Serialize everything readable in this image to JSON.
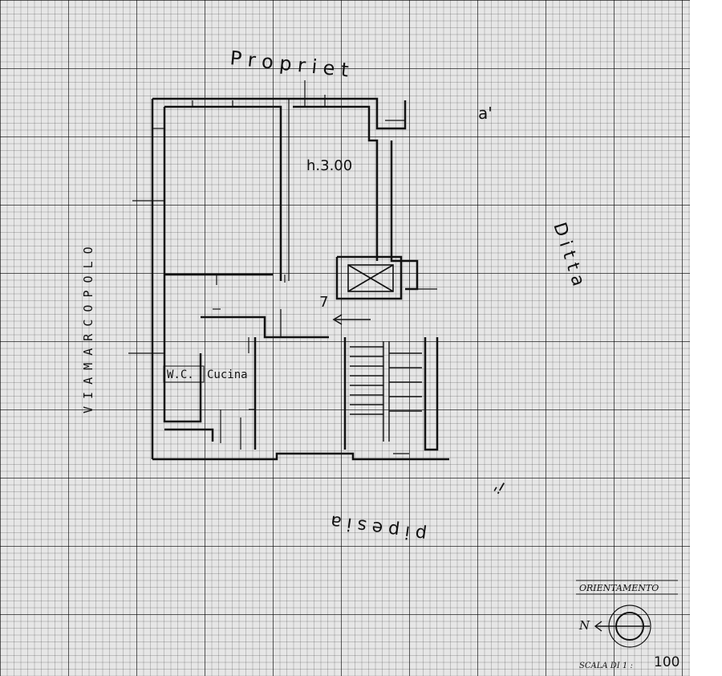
{
  "labels": {
    "top_property": "P r o p r i e t",
    "top_property_tail": "a'",
    "height_note": "h.3.00",
    "right_ditta": "D i t t a",
    "bottom_name": "p i p e s i a",
    "bottom_name_tail": "i'",
    "street": "V I A   M A R C O   P O L O",
    "wc": "W.C.",
    "kitchen": "Cucina",
    "arrow_number": "7"
  },
  "legend": {
    "orientation_title": "ORIENTAMENTO",
    "north_letter": "N",
    "scale_label": "SCALA DI 1 :",
    "scale_value": "100"
  },
  "colors": {
    "ink": "#111111",
    "paper": "#e6e6e6"
  }
}
